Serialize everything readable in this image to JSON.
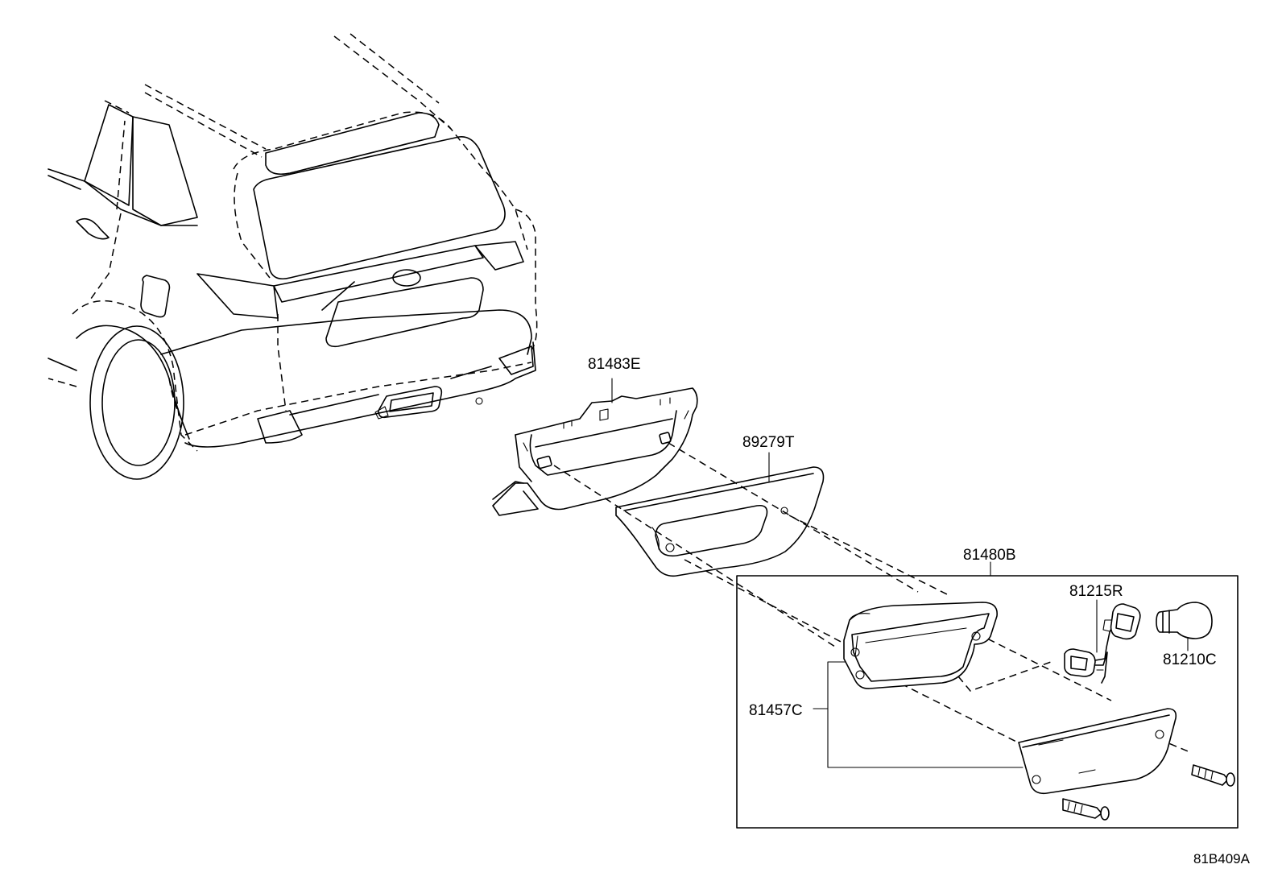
{
  "parts": [
    {
      "key": "bracket",
      "label": "81483E"
    },
    {
      "key": "bezel",
      "label": "89279T"
    },
    {
      "key": "lamp_assembly",
      "label": "81480B"
    },
    {
      "key": "socket_wire",
      "label": "81215R"
    },
    {
      "key": "bulb",
      "label": "81210C"
    },
    {
      "key": "lens_housing",
      "label": "81457C"
    }
  ],
  "diagram_code": "81B409A",
  "colors": {
    "line": "#000000",
    "background": "#ffffff"
  }
}
